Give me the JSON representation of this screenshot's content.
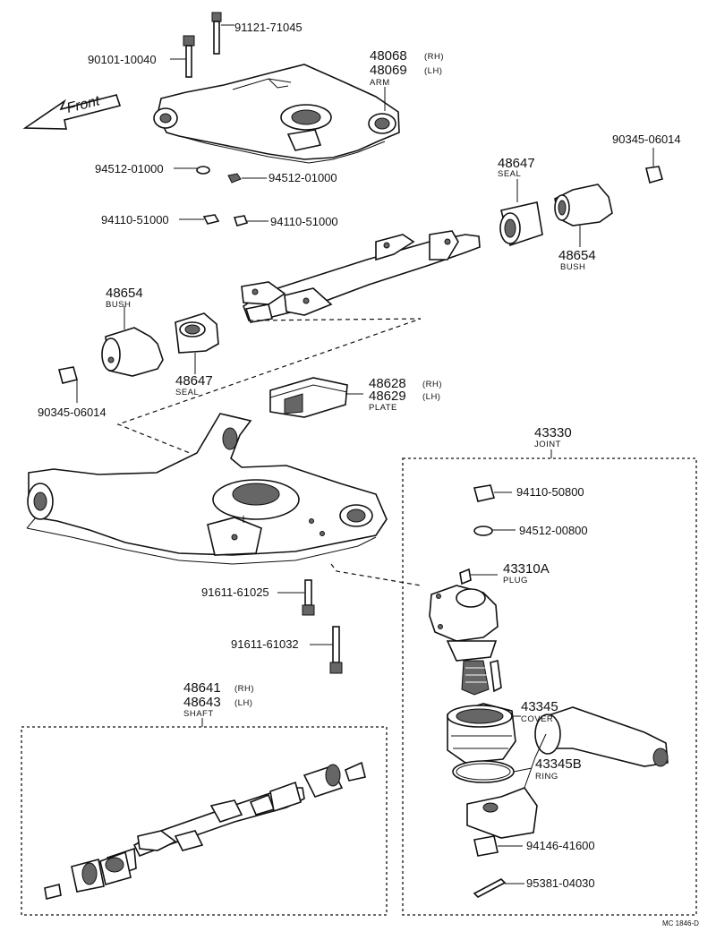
{
  "front_label": "Front",
  "labels": {
    "p91121": "91121-71045",
    "p90101": "90101-10040",
    "p48068": "48068",
    "p48068_side": "(RH)",
    "p48069": "48069",
    "p48069_side": "(LH)",
    "arm": "ARM",
    "p90345_top": "90345-06014",
    "p94512_a": "94512-01000",
    "p94512_b": "94512-01000",
    "p94110_a": "94110-51000",
    "p94110_b": "94110-51000",
    "p48647_top": "48647",
    "seal_top": "SEAL",
    "p48654_right": "48654",
    "bush_right": "BUSH",
    "p48654_left": "48654",
    "bush_left": "BUSH",
    "p48647_left": "48647",
    "seal_left": "SEAL",
    "p90345_left": "90345-06014",
    "p48628": "48628",
    "p48628_side": "(RH)",
    "p48629": "48629",
    "p48629_side": "(LH)",
    "plate": "PLATE",
    "p43330": "43330",
    "joint": "JOINT",
    "p94110_50800": "94110-50800",
    "p94512_00800": "94512-00800",
    "p43310a": "43310A",
    "plug": "PLUG",
    "p91611_61025": "91611-61025",
    "p91611_61032": "91611-61032",
    "p48641": "48641",
    "p48641_side": "(RH)",
    "p48643": "48643",
    "p48643_side": "(LH)",
    "shaft": "SHAFT",
    "p43345": "43345",
    "cover": "COVER",
    "p43345b": "43345B",
    "ring": "RING",
    "p94146": "94146-41600",
    "p95381": "95381-04030",
    "code": "MC 1846-D"
  }
}
